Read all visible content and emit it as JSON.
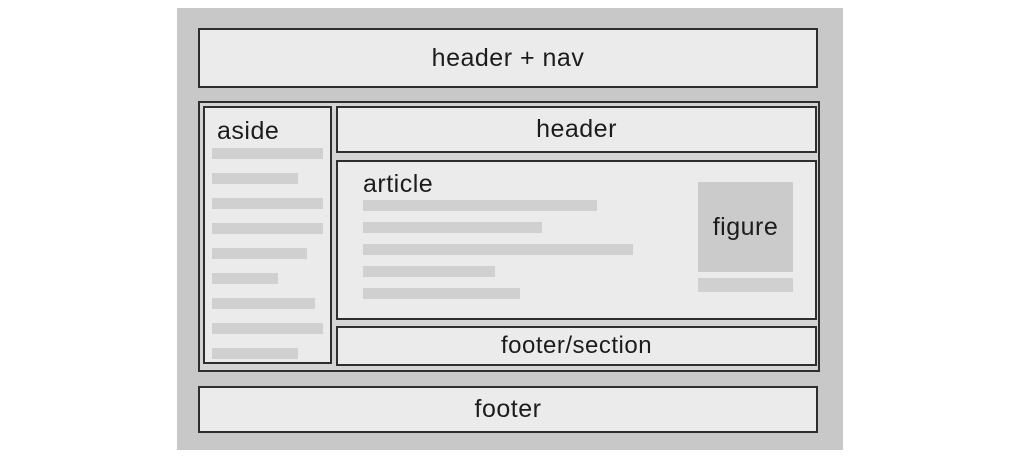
{
  "colors": {
    "page_bg": "#ffffff",
    "container_bg": "#c8c8c8",
    "wrapper_bg": "#d4d4d4",
    "box_bg": "#ebebeb",
    "box_border": "#2e2e2e",
    "bar_color": "#d0d0d0",
    "figure_bg": "#cbcbcb",
    "text_color": "#1c1c1c"
  },
  "diagram": {
    "header_nav_label": "header + nav",
    "aside_label": "aside",
    "aside_bars": [
      111,
      86,
      111,
      111,
      95,
      66,
      103,
      111,
      86
    ],
    "header_label": "header",
    "article_label": "article",
    "article_bars": [
      234,
      179,
      270,
      132,
      157
    ],
    "figure_label": "figure",
    "footer_section_label": "footer/section",
    "footer_label": "footer"
  }
}
